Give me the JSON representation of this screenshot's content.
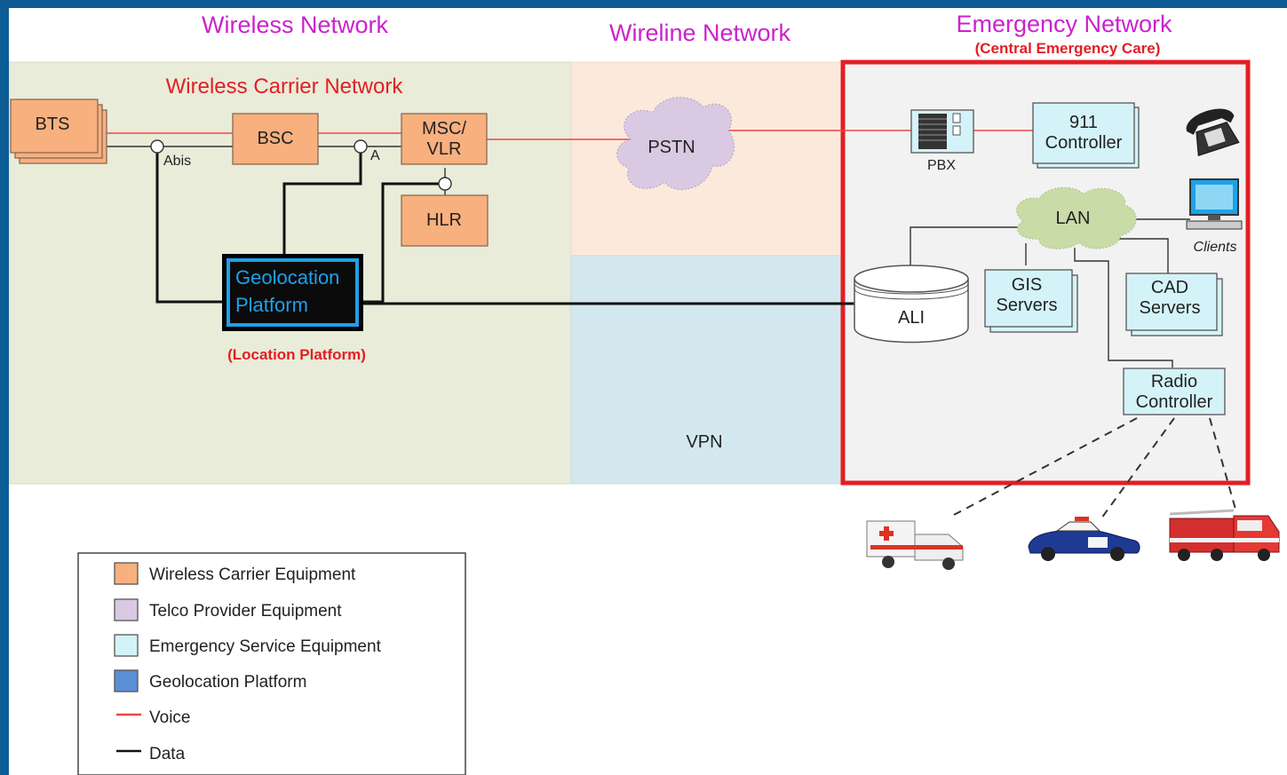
{
  "headers": {
    "wireless": "Wireless Network",
    "wireline": "Wireline Network",
    "emergency": "Emergency Network",
    "emergency_sub": "(Central Emergency Care)"
  },
  "zones": {
    "carrier_title": "Wireless Carrier Network",
    "vpn": "VPN"
  },
  "nodes": {
    "bts": "BTS",
    "bsc": "BSC",
    "msc_line1": "MSC/",
    "msc_line2": "VLR",
    "hlr": "HLR",
    "pstn": "PSTN",
    "pbx": "PBX",
    "controller_line1": "911",
    "controller_line2": "Controller",
    "lan": "LAN",
    "clients": "Clients",
    "ali": "ALI",
    "gis_line1": "GIS",
    "gis_line2": "Servers",
    "cad_line1": "CAD",
    "cad_line2": "Servers",
    "radio_line1": "Radio",
    "radio_line2": "Controller",
    "geo_line1": "Geolocation",
    "geo_line2": "Platform",
    "geo_caption": "(Location Platform)"
  },
  "interfaces": {
    "abis": "Abis",
    "a": "A"
  },
  "legend": {
    "items": [
      {
        "label": "Wireless Carrier Equipment",
        "color": "#f7b07e"
      },
      {
        "label": "Telco Provider Equipment",
        "color": "#d9c9e3"
      },
      {
        "label": "Emergency Service Equipment",
        "color": "#d4f3f8"
      },
      {
        "label": "Geolocation Platform",
        "color": "#5b8fd6"
      },
      {
        "label": "Voice",
        "color": "#ef4444"
      },
      {
        "label": "Data",
        "color": "#111111"
      }
    ]
  },
  "colors": {
    "wireless_zone": "#e8ecd8",
    "wireline_top": "#fbe9dc",
    "vpn_zone": "#d3e8ee",
    "emergency_zone": "#f2f2f2",
    "emergency_border": "#e31e24",
    "voice": "#ef4444",
    "data": "#111111"
  }
}
